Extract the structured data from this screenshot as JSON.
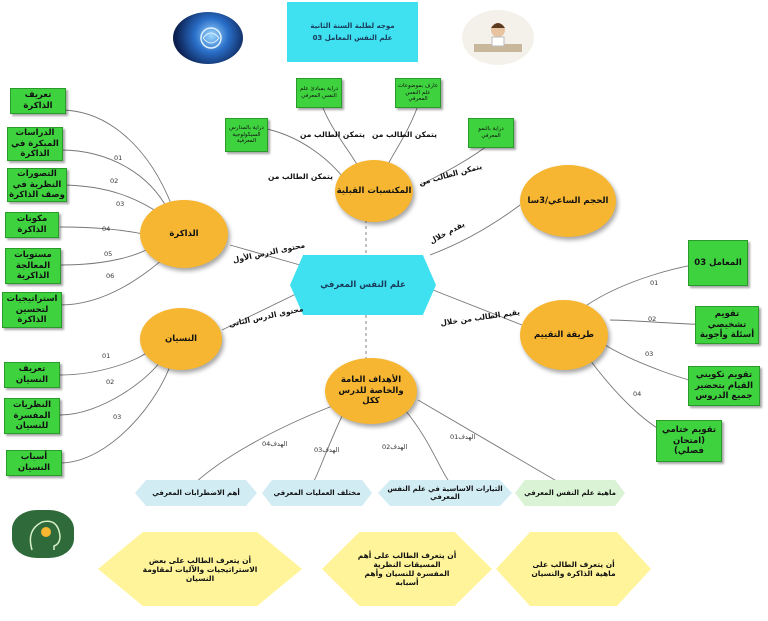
{
  "header": {
    "line1": "موجه لطلبة السنة الثانية",
    "line2": "علم النفس المعامل 03"
  },
  "center": {
    "label": "علم النفس المعرفي"
  },
  "nodes": {
    "memory": "الذاكرة",
    "forgetting": "النسيان",
    "prerequisites": "المكتسبات القبلية",
    "volume": "الحجم الساعي/3سا",
    "evaluation": "طريقة التقييم",
    "goals": "الأهداف العامة والخاصة للدرس ككل"
  },
  "connectors": {
    "lesson1": "محتوى الدرس الأول",
    "lesson2": "محتوى الدرس الثاني",
    "through": "يقدم خلال",
    "assessed": "يقيم الطالب من خلال",
    "able1": "يتمكن الطالب من",
    "able2": "يتمكن الطالب من",
    "able3": "يتمكن الطالب من",
    "able4": "يتمكن الطالب من"
  },
  "prereq_boxes": [
    "دراية بالمدارس السيكولوجية المعرفية",
    "دراية بمبادئ علم النفس المعرفي",
    "عارف بموضوعات علم النفس المعرفي",
    "دراية بالنمو المعرفي"
  ],
  "memory_items": [
    "تعريف الذاكرة",
    "الدراسات المبكرة في الذاكرة",
    "التصورات النظرية في وصف الذاكرة",
    "مكونات الذاكرة",
    "مستويات المعالجة الذاكرية",
    "استراتيجيات لتحسين الذاكرة"
  ],
  "memory_nums": [
    "01",
    "02",
    "03",
    "04",
    "05",
    "06"
  ],
  "forgetting_items": [
    "تعريف النسيان",
    "النظريات المفسرة للنسيان",
    "أسباب النسيان"
  ],
  "forgetting_nums": [
    "01",
    "02",
    "03"
  ],
  "evaluation_items": [
    "المعامل 03",
    "تقويم تشخيصي أسئلة وأجوبة",
    "تقويم تكويني القيام بتحضير جميع الدروس",
    "تقويم ختامي (امتحان فصلي)"
  ],
  "evaluation_nums": [
    "01",
    "02",
    "03",
    "04"
  ],
  "goal_labels": [
    "الهدف01",
    "الهدف02",
    "الهدف03",
    "الهدف04"
  ],
  "goal_hexes": [
    "ماهية علم النفس المعرفي",
    "التيارات الاساسية في علم النفس المعرفي",
    "مختلف العمليات المعرفي",
    "أهم الاضطرابات المعرفي"
  ],
  "outcomes": [
    "أن يتعرف الطالب على ماهية الذاكرة والنسيان",
    "أن يتعرف الطالب على أهم المسيقات النظرية المفسرة للنسيان وأهم أسبابه",
    "أن يتعرف الطالب على بعض الاستراتيجيات والآليات لمقاومة النسيان"
  ],
  "colors": {
    "green": "#3fd23f",
    "orange": "#f6b631",
    "cyan": "#3fe0f0",
    "yellow": "#fff49a"
  }
}
